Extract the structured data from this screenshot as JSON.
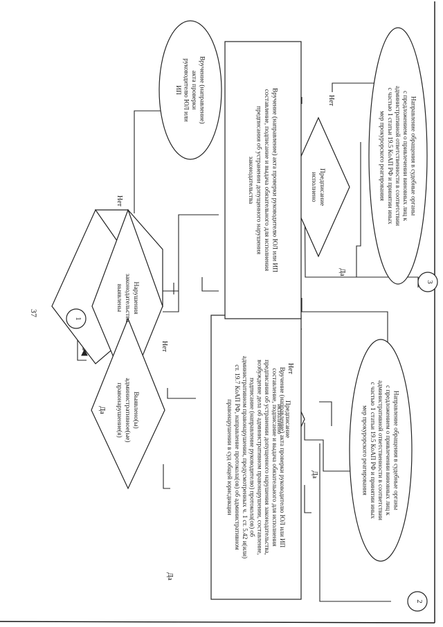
{
  "page_number": "37",
  "connectors": {
    "start": "1",
    "left_end": "2",
    "right_end": "3"
  },
  "decisions": {
    "violations": [
      "Нарушения",
      "законодательства",
      "выявлены"
    ],
    "admin_offense": [
      "Выявлено(ы)",
      "административное(ые)",
      "правонарушение(я)"
    ],
    "order_left": [
      "Предписание",
      "исполнено"
    ],
    "order_right": [
      "Предписание",
      "исполнено"
    ]
  },
  "processes": {
    "left_box": [
      "Вручение (направление) акта проверки руководителю ЮЛ или ИП",
      "составление, подписание и выдача обязательного для исполнения",
      "предписания об устранении допущенного нарушения законодательства,",
      "возбуждение дела об административном правонарушении, составление,",
      "подписание (направление руководителю) протокола(ов) об",
      "административном правонарушении, предусмотренных ч. 1 ст. 5.42 и(или)",
      "ст. 19.7 КоАП РФ, направление протокола(ов) об административном",
      "правонарушении в суд общей юрисдикции"
    ],
    "right_box": [
      "Вручение (направление) акта проверки руководителю ЮЛ или ИП",
      "составление, подписание и выдача обязательного для исполнения",
      "предписания об устранении допущенного нарушения",
      "законодательства"
    ]
  },
  "terminals": {
    "hand_over": [
      "Вручение (направление)",
      "акта проверки",
      "руководителю ЮЛ или",
      "ИП"
    ],
    "court_left": [
      "Направление обращения в судебные органы",
      "с предложением о привлечении виновных лиц к",
      "административной ответственности в соответствии",
      "с частью 1 статьи 19.5 КоАП РФ и принятии иных",
      "мер прокурорского реагирования"
    ],
    "court_right": [
      "Направление обращения в судебные органы",
      "с предложением о привлечении виновных лиц к",
      "административной ответственности в соответствии",
      "с частью 1 статьи 19.5 КоАП РФ и принятии иных",
      "мер прокурорского реагирования"
    ]
  },
  "labels": {
    "yes_admin": "Да",
    "yes_left_box": "Да",
    "no_admin": "Нет",
    "no_violations": "Нет",
    "yes_order_left": "Да",
    "no_order_left": "Нет",
    "yes_order_right": "Да",
    "no_order_right": "Нет"
  }
}
